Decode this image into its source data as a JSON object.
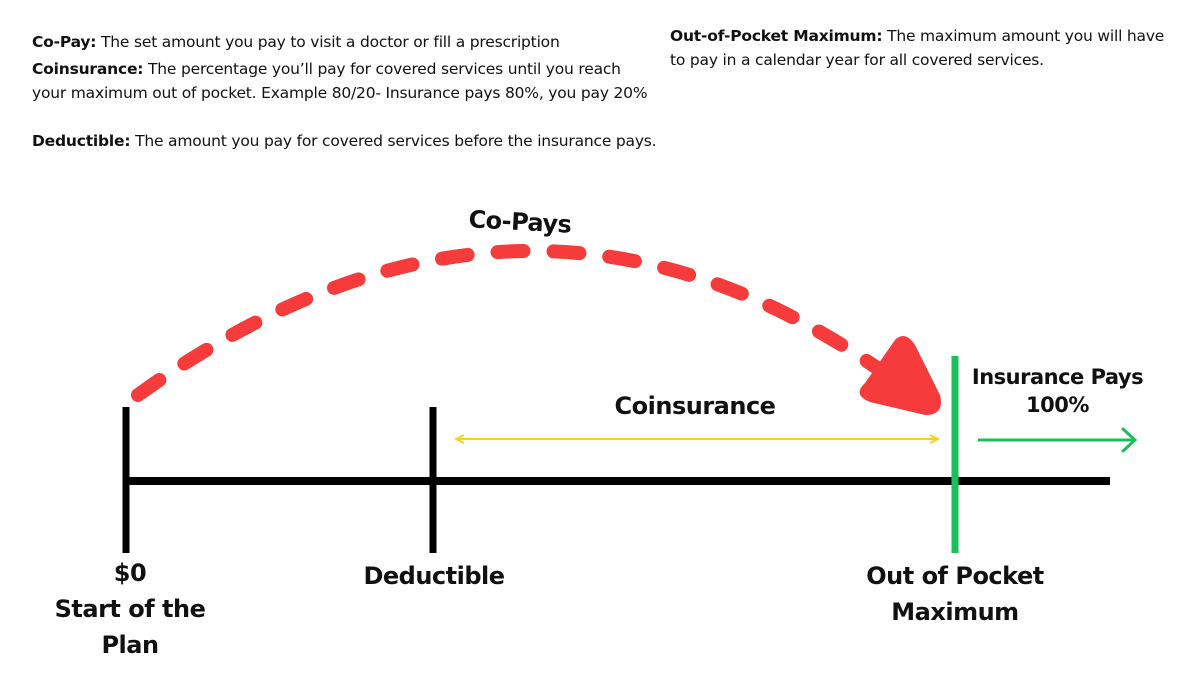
{
  "definitions": {
    "copay": {
      "term": "Co-Pay:",
      "text": " The set amount you pay to visit a doctor or fill a prescription"
    },
    "coinsurance": {
      "term": "Coinsurance:",
      "text": " The percentage you’ll pay for covered services until you reach your maximum out of pocket. Example 80/20- Insurance pays 80%, you pay 20%"
    },
    "deductible": {
      "term": "Deductible:",
      "text": " The amount you pay for covered services before the insurance pays."
    },
    "oop": {
      "term": "Out-of-Pocket Maximum:",
      "text": " The maximum amount you will have to pay in a calendar year for all covered services."
    }
  },
  "diagram": {
    "copays_label": "Co-Pays",
    "coinsurance_label": "Coinsurance",
    "insurance_pays_line1": "Insurance Pays",
    "insurance_pays_line2": "100%",
    "start_line1": "$0",
    "start_line2": "Start of the",
    "start_line3": "Plan",
    "deductible_label": "Deductible",
    "oop_line1": "Out of Pocket",
    "oop_line2": "Maximum"
  },
  "colors": {
    "copay_arrow": "#f53b3b",
    "coinsurance_arrow": "#f5d21c",
    "oop_marker": "#1dbf5c",
    "timeline": "#000000"
  }
}
